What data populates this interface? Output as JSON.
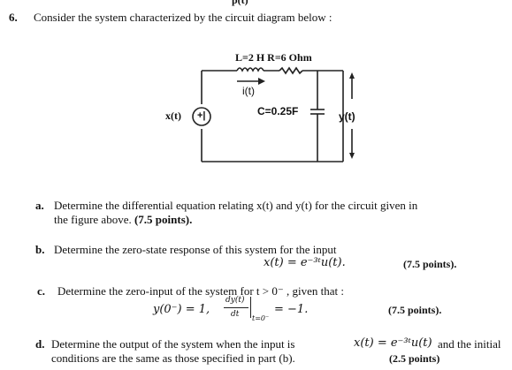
{
  "question": {
    "cut_title": "p(t)",
    "number": "6.",
    "text": "Consider  the system characterized by the circuit diagram below :"
  },
  "circuit": {
    "lr_label": "L=2 H R=6 Ohm",
    "current_label": "i(t)",
    "capacitor_label": "C=0.25F",
    "input_label": "x(t)",
    "output_label": "y(t)",
    "source_sign": "+|"
  },
  "parts": {
    "a": {
      "letter": "a.",
      "line1": "Determine the differential equation relating x(t) and y(t) for the  circuit given in",
      "line2_text": "the figure above.",
      "line2_points": "(7.5 points)."
    },
    "b": {
      "letter": "b.",
      "line1": "Determine the zero-state response of this system for the  input",
      "equation": "x(t) = e⁻³ᵗu(t).",
      "points": "(7.5 points)."
    },
    "c": {
      "letter": "c.",
      "line1": "Determine the zero-input of the system for t > 0⁻ , given that :",
      "eq1": "y(0⁻) = 1,",
      "deriv_num": "dy(t)",
      "deriv_den": "dt",
      "deriv_sub": "t=0⁻",
      "eq2": "= −1.",
      "points": "(7.5 points)."
    },
    "d": {
      "letter": "d.",
      "line1": "Determine  the  output  of  the  system  when  the  input  is",
      "line1_math": "x(t) = e⁻³ᵗu(t)",
      "line1_end": "and  the  initial",
      "line2": "conditions are the same as those specified in part (b).",
      "points": "(2.5 points)"
    }
  }
}
